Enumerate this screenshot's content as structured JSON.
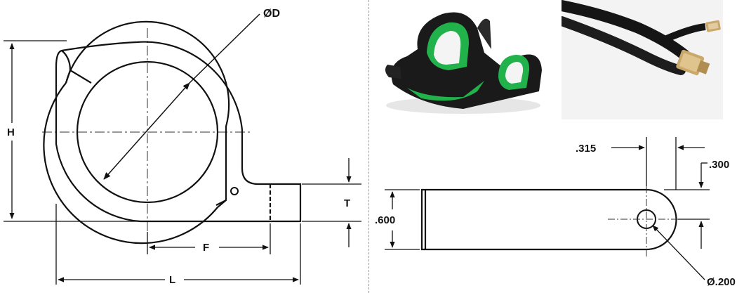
{
  "left_drawing": {
    "dimensions": {
      "diameter": "ØD",
      "height": "H",
      "tab_thickness": "T",
      "hole_offset": "F",
      "length": "L"
    }
  },
  "right_drawing": {
    "dimensions": {
      "hole_position": ".315",
      "tab_radius_offset": ".300",
      "width": ".600",
      "hole_diameter": "Ø.200"
    }
  },
  "photos": {
    "clip_photo": {
      "body_color": "#1a1a1a",
      "liner_color": "#22b24c"
    },
    "cable_photo": {
      "cable_color": "#151515",
      "connector_color": "#c9a86a"
    }
  },
  "colors": {
    "line": "#111111",
    "centerline": "#333333"
  }
}
